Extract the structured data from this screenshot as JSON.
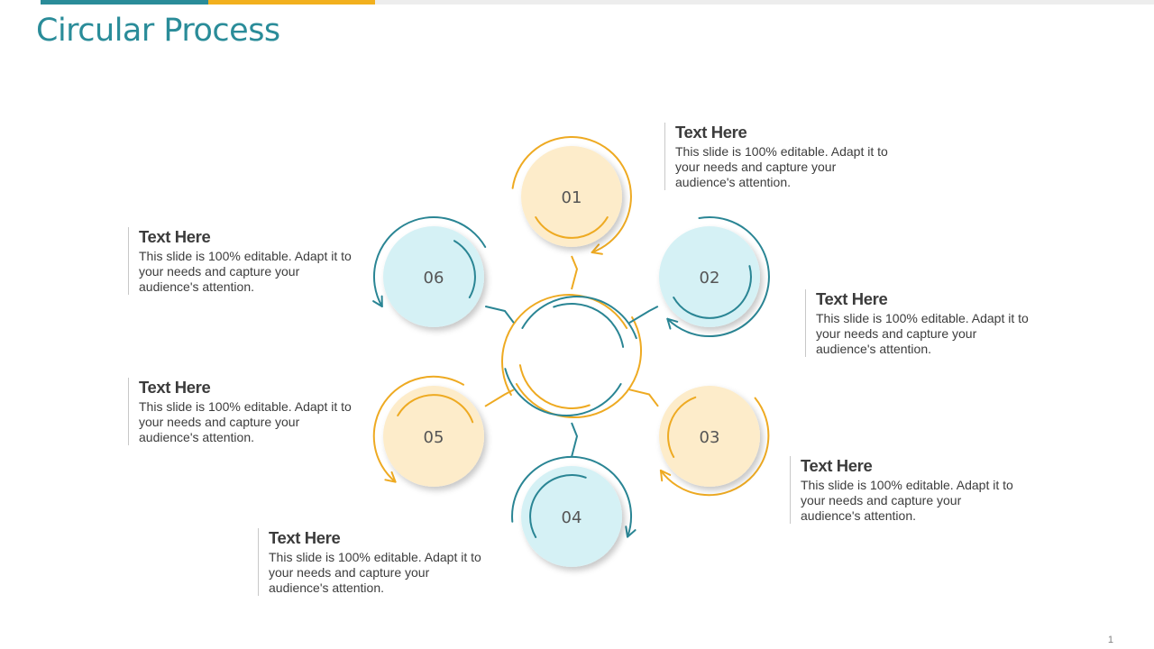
{
  "slide": {
    "title": "Circular Process",
    "page_number": "1"
  },
  "colors": {
    "teal": "#2a8594",
    "gold": "#eeaa22",
    "light_blue": "#d5f1f5",
    "light_yellow": "#fdecca",
    "title": "#2a8c99",
    "accent_bar_teal": "#2a8c99",
    "accent_bar_gold": "#f2b01e"
  },
  "steps": [
    {
      "label": "01",
      "heading": "Text Here",
      "body": "This slide is 100% editable. Adapt it to your needs and capture your audience's attention."
    },
    {
      "label": "02",
      "heading": "Text Here",
      "body": "This slide is 100% editable. Adapt it to your needs and capture your audience's attention."
    },
    {
      "label": "03",
      "heading": "Text Here",
      "body": "This slide is 100% editable. Adapt it to your needs and capture your audience's attention."
    },
    {
      "label": "04",
      "heading": "Text Here",
      "body": "This slide is 100% editable. Adapt it to your needs and capture your audience's attention."
    },
    {
      "label": "05",
      "heading": "Text Here",
      "body": "This slide is 100% editable. Adapt it to your needs and capture your audience's attention."
    },
    {
      "label": "06",
      "heading": "Text Here",
      "body": "This slide is 100% editable. Adapt it to your needs and capture your audience's attention."
    }
  ]
}
